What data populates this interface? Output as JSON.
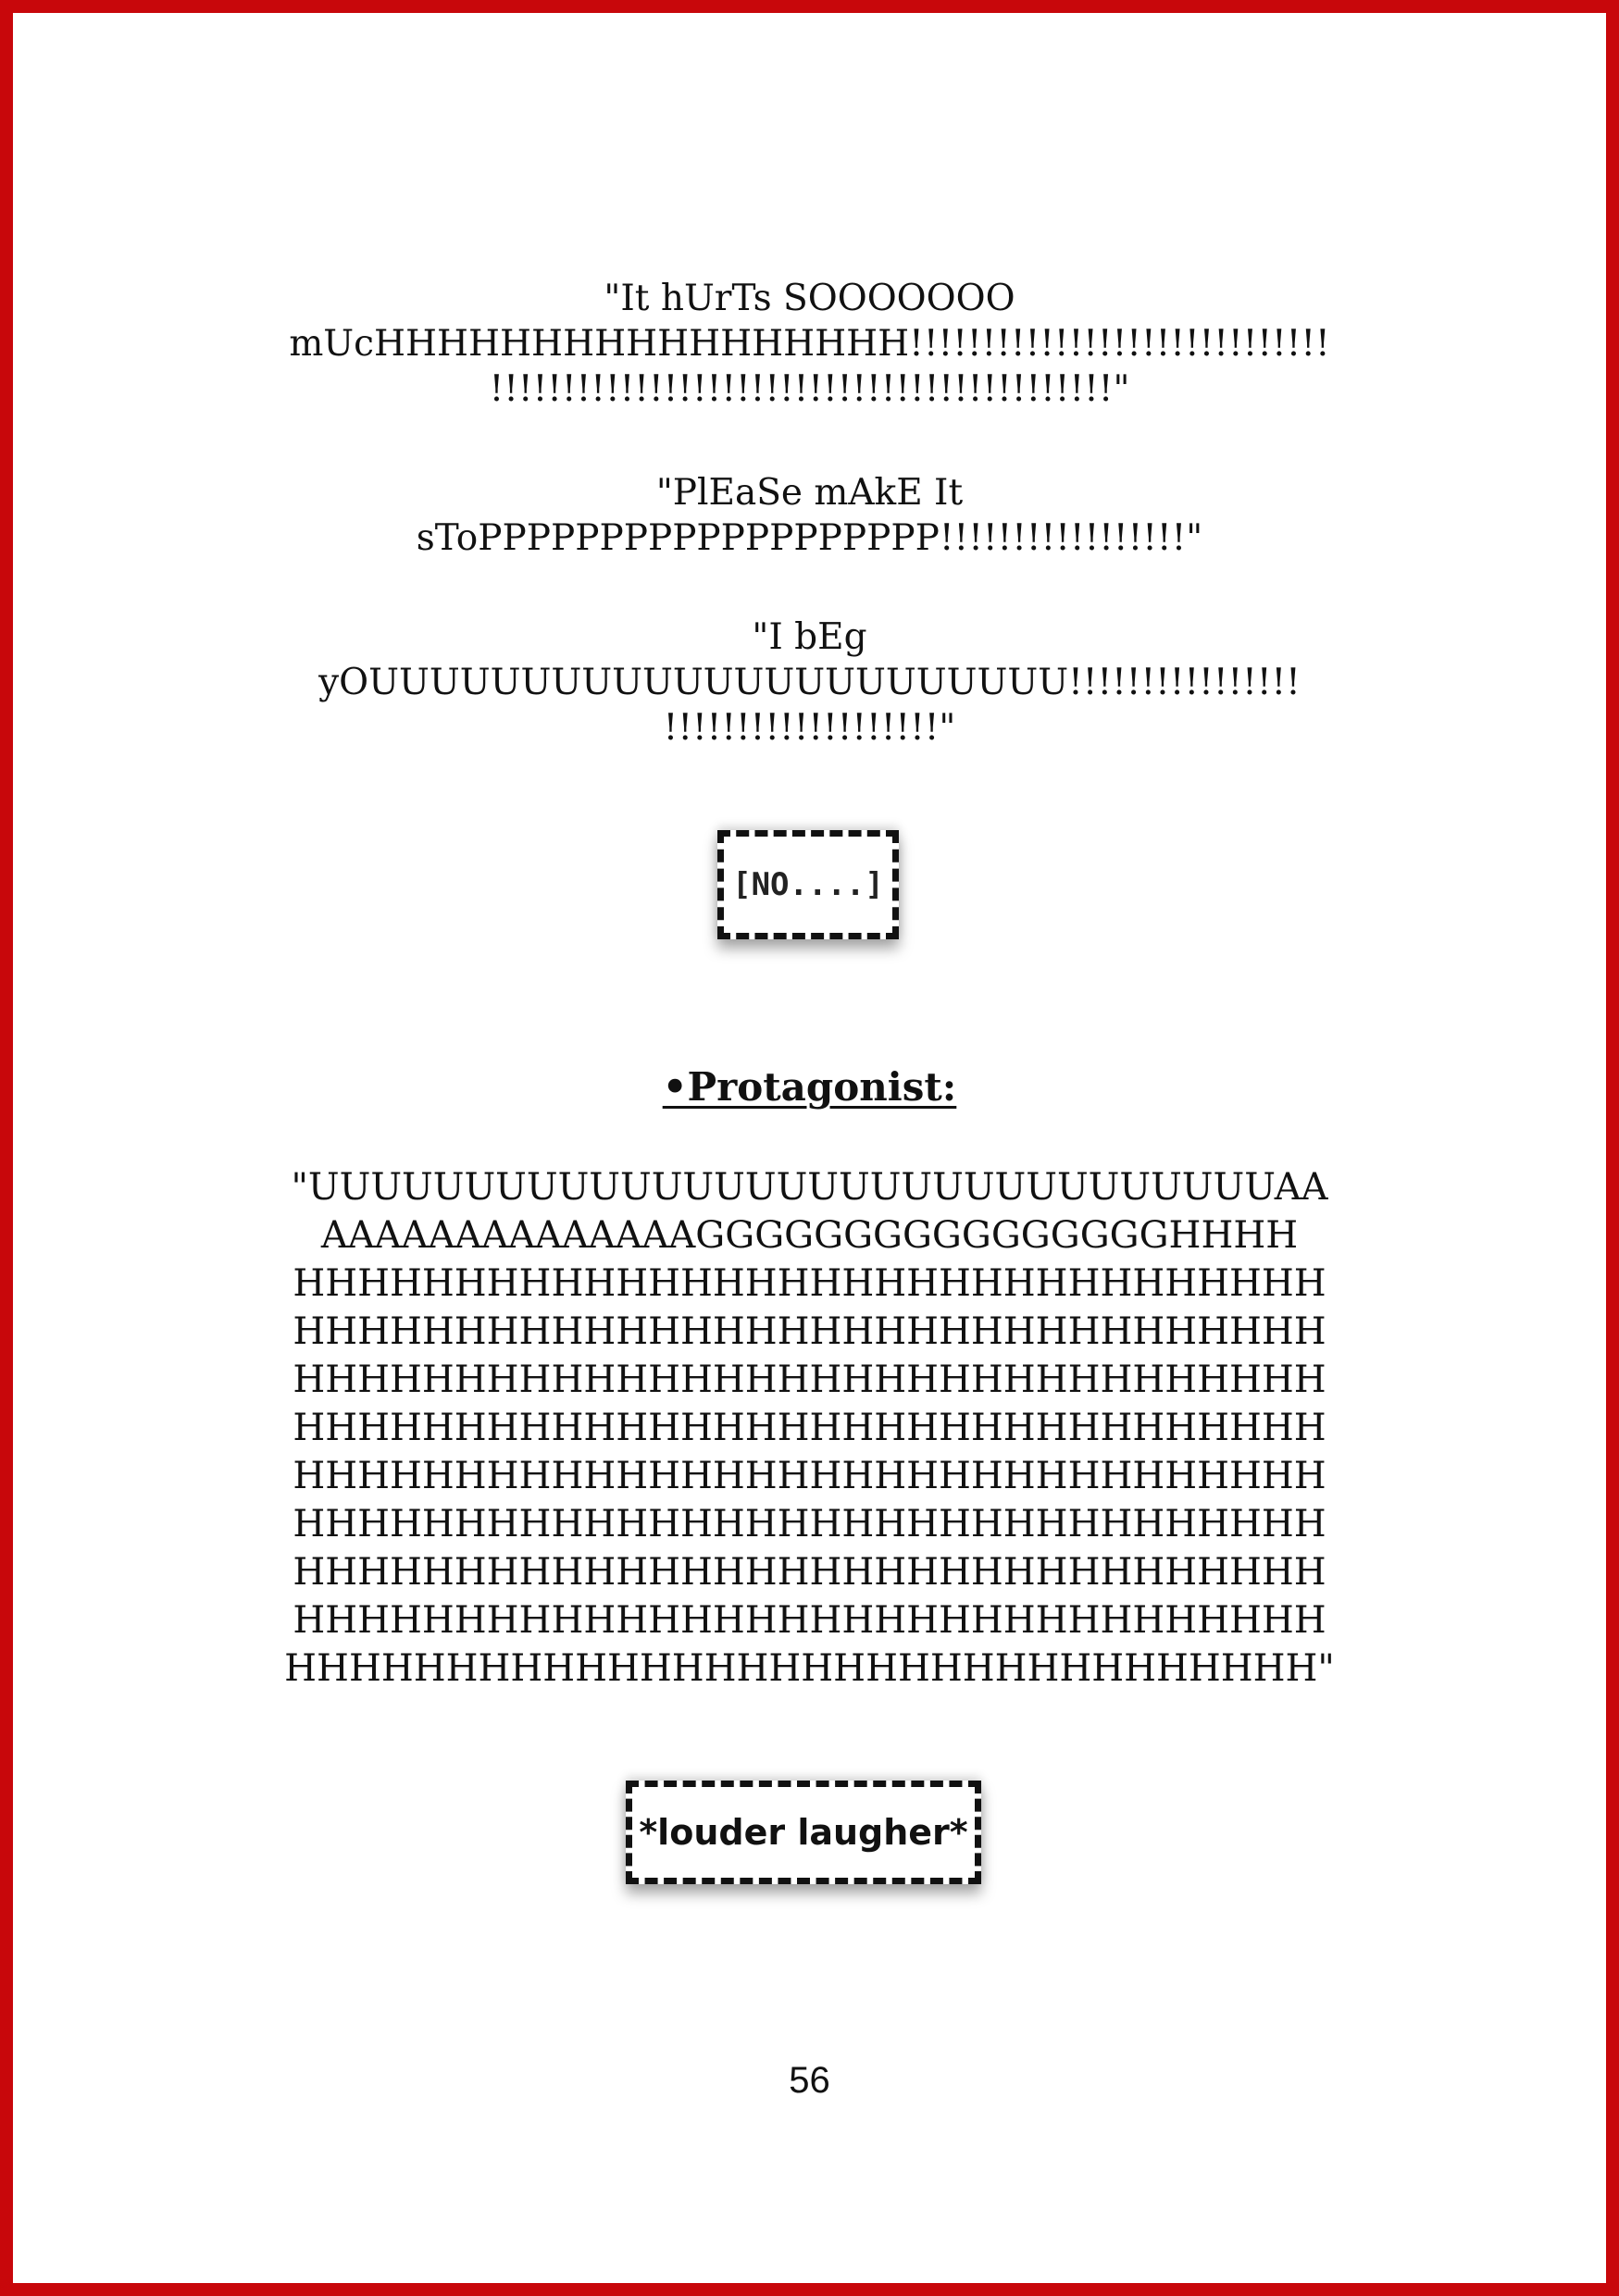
{
  "page": {
    "border_color": "#c8070b",
    "page_number": "56"
  },
  "dialogues": [
    {
      "lines": [
        "\"It hUrTs SOOOOOOO",
        "mUcHHHHHHHHHHHHHHHHH!!!!!!!!!!!!!!!!!!!!!!!!!!!!!",
        "!!!!!!!!!!!!!!!!!!!!!!!!!!!!!!!!!!!!!!!!!!!\""
      ]
    },
    {
      "lines": [
        "\"PlEaSe mAkE It",
        "sToPPPPPPPPPPPPPPPPPPP!!!!!!!!!!!!!!!!!\""
      ]
    },
    {
      "lines": [
        "\"I bEg",
        "yOUUUUUUUUUUUUUUUUUUUUUUU!!!!!!!!!!!!!!!!",
        "!!!!!!!!!!!!!!!!!!!\""
      ]
    }
  ],
  "sfx_no": "[NO....]",
  "speaker_heading": "•Protagonist:",
  "scream": {
    "lines": [
      "\"UUUUUUUUUUUUUUUUUUUUUUUUUUUUUUUAA",
      "AAAAAAAAAAAAAAGGGGGGGGGGGGGGGGHHHH",
      "HHHHHHHHHHHHHHHHHHHHHHHHHHHHHHHH",
      "HHHHHHHHHHHHHHHHHHHHHHHHHHHHHHHH",
      "HHHHHHHHHHHHHHHHHHHHHHHHHHHHHHHH",
      "HHHHHHHHHHHHHHHHHHHHHHHHHHHHHHHH",
      "HHHHHHHHHHHHHHHHHHHHHHHHHHHHHHHH",
      "HHHHHHHHHHHHHHHHHHHHHHHHHHHHHHHH",
      "HHHHHHHHHHHHHHHHHHHHHHHHHHHHHHHH",
      "HHHHHHHHHHHHHHHHHHHHHHHHHHHHHHHH",
      "HHHHHHHHHHHHHHHHHHHHHHHHHHHHHHHH\""
    ]
  },
  "sfx_laugh": "*louder laugher*"
}
